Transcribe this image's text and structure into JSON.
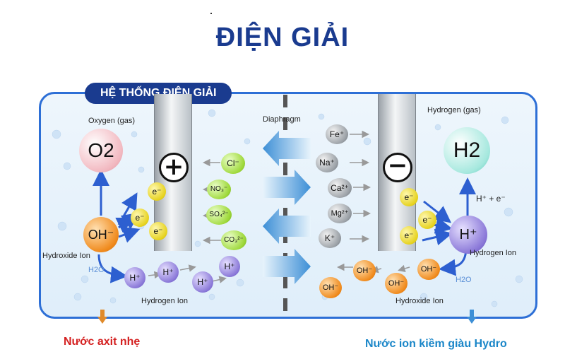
{
  "title": "ĐIỆN GIẢI",
  "system_label": "HỆ THỐNG ĐIỆN GIẢI",
  "labels": {
    "oxygen": "Oxygen (gas)",
    "hydrogen_gas": "Hydrogen (gas)",
    "diaphragm": "Diaphragm",
    "hydroxide_ion_left": "Hydroxide Ion",
    "hydrogen_ion_left": "Hydrogen Ion",
    "hydrogen_ion_right": "Hydrogen Ion",
    "hydroxide_ion_right": "Hydroxide Ion",
    "h2o_left": "H2O",
    "h2o_right": "H2O"
  },
  "electrodes": {
    "anode_sign": "+",
    "cathode_sign": "−"
  },
  "molecules": {
    "o2": "O2",
    "h2": "H2",
    "oh_left": "OH⁻",
    "h_right": "H⁺",
    "electron": "e⁻",
    "h_plus": "H⁺",
    "oh_minus": "OH⁻"
  },
  "anions": [
    "Cl⁻",
    "NO₃⁻",
    "SO₄²⁻",
    "CO₃²⁻"
  ],
  "cations": [
    "Fe⁺",
    "Na⁺",
    "Ca²⁺",
    "Mg²⁺",
    "K⁺"
  ],
  "small_pair": "H⁺ + e⁻",
  "outputs": {
    "left": "Nước axit nhẹ",
    "right": "Nước ion kiềm giàu Hydro"
  },
  "colors": {
    "title": "#1a3b8f",
    "tank_border": "#2d6fd6",
    "left_output": "#d42020",
    "right_output": "#1a86c8"
  }
}
